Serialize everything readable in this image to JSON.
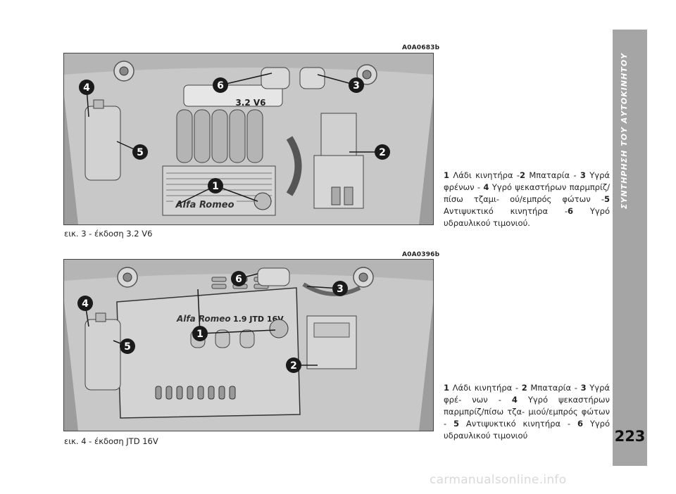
{
  "figures": [
    {
      "code": "A0A0683b",
      "caption": "εικ. 3 - έκδοση 3.2 V6",
      "engine_badge": "3.2 V6",
      "logo_text": "Alfa Romeo",
      "callouts": [
        "1",
        "2",
        "3",
        "4",
        "5",
        "6"
      ]
    },
    {
      "code": "A0A0396b",
      "caption": "εικ. 4 - έκδοση JTD 16V",
      "engine_badge": "1.9 JTD 16V",
      "logo_text": "Alfa Romeo",
      "callouts": [
        "1",
        "2",
        "3",
        "4",
        "5",
        "6"
      ]
    }
  ],
  "descriptions": [
    {
      "parts": [
        {
          "n": "1",
          "t": " Λάδι κινητήρα -"
        },
        {
          "n": "2",
          "t": " Μπαταρία - "
        },
        {
          "n": "3",
          "t": " Υγρά φρένων - "
        },
        {
          "n": "4",
          "t": " Υγρό ψεκαστήρων παρμπρίζ/πίσω τζαμι- ού/εμπρός φώτων -"
        },
        {
          "n": "5",
          "t": " Αντιψυκτικό κινητήρα -"
        },
        {
          "n": "6",
          "t": " Υγρό υδραυλικού τιμονιού."
        }
      ]
    },
    {
      "parts": [
        {
          "n": "1",
          "t": " Λάδι κινητήρα - "
        },
        {
          "n": "2",
          "t": " Μπαταρία - "
        },
        {
          "n": "3",
          "t": " Υγρά φρέ- νων - "
        },
        {
          "n": "4",
          "t": " Υγρό ψεκαστήρων παρμπρίζ/πίσω τζα- μιού/εμπρός φώτων - "
        },
        {
          "n": "5",
          "t": " Αντιψυκτικό κινητήρα - "
        },
        {
          "n": "6",
          "t": " Υγρό υδραυλικού τιμονιού"
        }
      ]
    }
  ],
  "sidebar": {
    "title": "ΣΥΝΤΗΡΗΣΗ ΤΟΥ ΑΥΤΟΚΙΝΗΤΟΥ",
    "page_number": "223"
  },
  "watermark": "carmanualsonline.info",
  "colors": {
    "sidebar": "#a5a5a5",
    "figure_bg": "#c9c9c9",
    "callout": "#1a1a1a"
  }
}
